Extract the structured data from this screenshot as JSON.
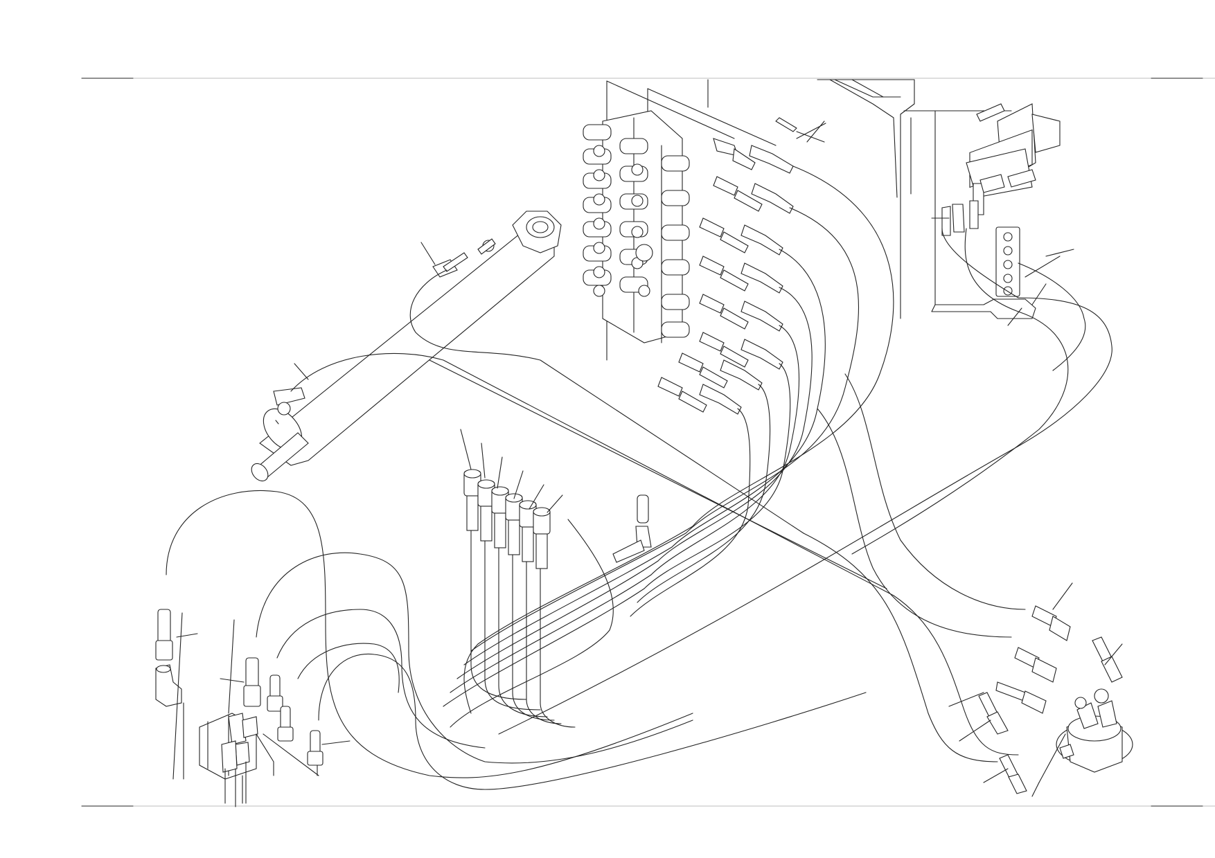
{
  "drawing": {
    "type": "exploded hydraulic hose routing schematic",
    "style": "monochrome line art",
    "stroke_color": "#222222",
    "frame_line_color": "#bdbdbd",
    "background_color": "#ffffff"
  },
  "components": [
    {
      "id": "control-valve-bank",
      "icon": "valve-block-icon"
    },
    {
      "id": "boom-cylinder",
      "icon": "hydraulic-cylinder-icon"
    },
    {
      "id": "solenoid-valve-block",
      "icon": "solenoid-valve-icon"
    },
    {
      "id": "swivel-joint",
      "icon": "swivel-joint-icon"
    },
    {
      "id": "bracket-manifold",
      "icon": "manifold-icon"
    },
    {
      "id": "tank-panel",
      "icon": "tank-panel-icon"
    }
  ],
  "text_labels": []
}
